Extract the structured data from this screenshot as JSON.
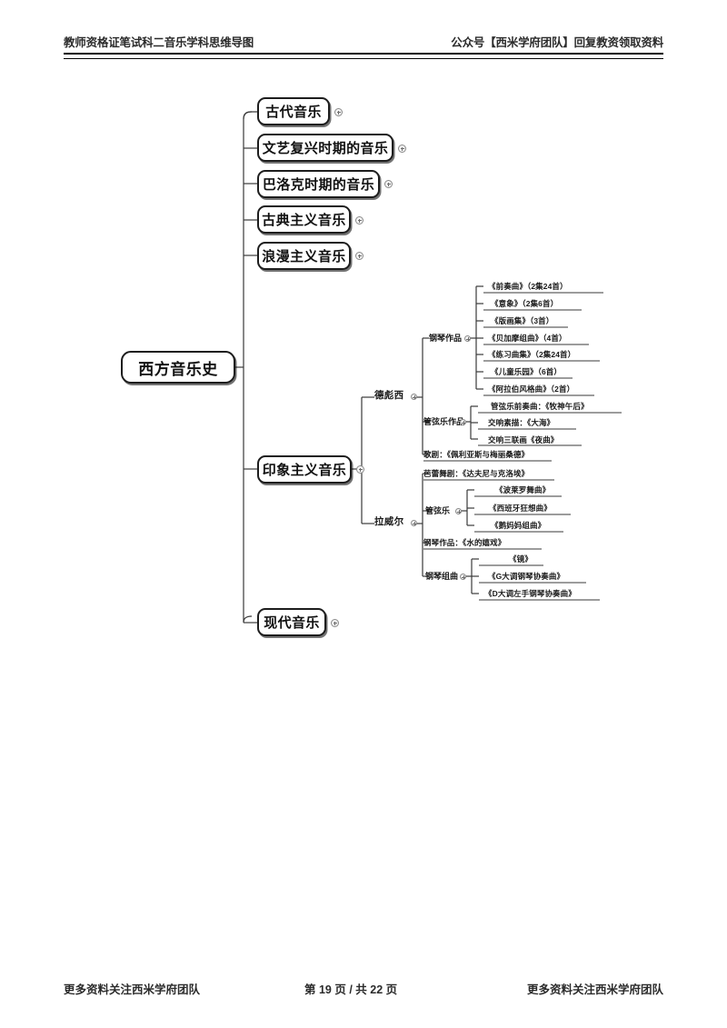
{
  "header": {
    "left": "教师资格证笔试科二音乐学科思维导图",
    "right": "公众号【西米学府团队】回复教资领取资料"
  },
  "footer": {
    "left": "更多资料关注西米学府团队",
    "center": "第 19 页 / 共 22 页",
    "right": "更多资料关注西米学府团队"
  },
  "mindmap": {
    "root": "西方音乐史",
    "branches": [
      {
        "label": "古代音乐"
      },
      {
        "label": "文艺复兴时期的音乐"
      },
      {
        "label": "巴洛克时期的音乐"
      },
      {
        "label": "古典主义音乐"
      },
      {
        "label": "浪漫主义音乐"
      },
      {
        "label": "印象主义音乐"
      },
      {
        "label": "现代音乐"
      }
    ],
    "composers": [
      {
        "label": "德彪西"
      },
      {
        "label": "拉威尔"
      }
    ],
    "debussy": {
      "piano_group": "钢琴作品",
      "piano_works": [
        "《前奏曲》（2集24首）",
        "《意象》（2集6首）",
        "《版画集》（3首）",
        "《贝加摩组曲》（4首）",
        "《练习曲集》（2集24首）",
        "《儿童乐园》（6首）",
        "《阿拉伯风格曲》（2首）"
      ],
      "orchestral_group": "管弦乐作品",
      "orchestral_prelude": "管弦乐前奏曲：《牧神午后》",
      "orchestral_works": [
        "交响素描：《大海》",
        "交响三联画《夜曲》"
      ],
      "opera": "歌剧：《佩利亚斯与梅丽桑德》"
    },
    "ravel": {
      "ballet": "芭蕾舞剧：《达夫尼与克洛埃》",
      "orchestral_group": "管弦乐",
      "orchestral_works": [
        "《波莱罗舞曲》",
        "《西班牙狂想曲》",
        "《鹅妈妈组曲》"
      ],
      "piano_work": "钢琴作品：《水的嬉戏》",
      "piano_suite_group": "钢琴组曲",
      "piano_suites": [
        "《镜》",
        "《G大调钢琴协奏曲》",
        "《D大调左手钢琴协奏曲》"
      ]
    }
  },
  "colors": {
    "line": "#3a3a3a",
    "border": "#1d1d1d",
    "text": "#111111"
  }
}
